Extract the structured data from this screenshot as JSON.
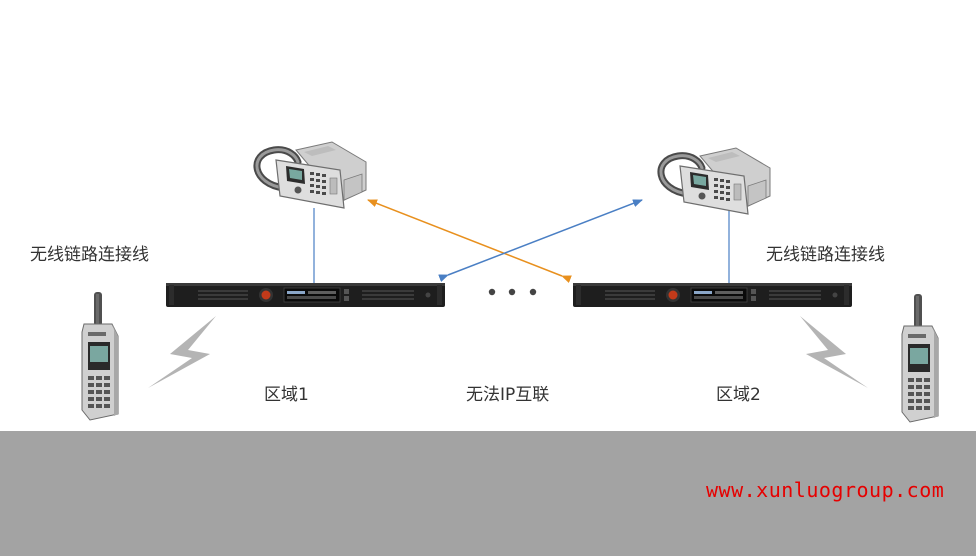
{
  "labels": {
    "left_link": "无线链路连接线",
    "right_link": "无线链路连接线",
    "zone1": "区域1",
    "zone2": "区域2",
    "center": "无法IP互联",
    "website": "www.xunluogroup.com"
  },
  "icons": {
    "mobile_radio": "mobile-radio-icon",
    "repeater": "repeater-rack-icon",
    "handheld": "handheld-radio-icon",
    "wireless": "lightning-bolt-icon",
    "ellipsis": "ellipsis-dots-icon"
  },
  "colors": {
    "orange_link": "#e8901e",
    "blue_link": "#4a7fc4",
    "footer_band": "#a3a3a3",
    "website": "#e60000",
    "device_dark": "#1e1e1e",
    "bolt": "#b4b4b4"
  }
}
